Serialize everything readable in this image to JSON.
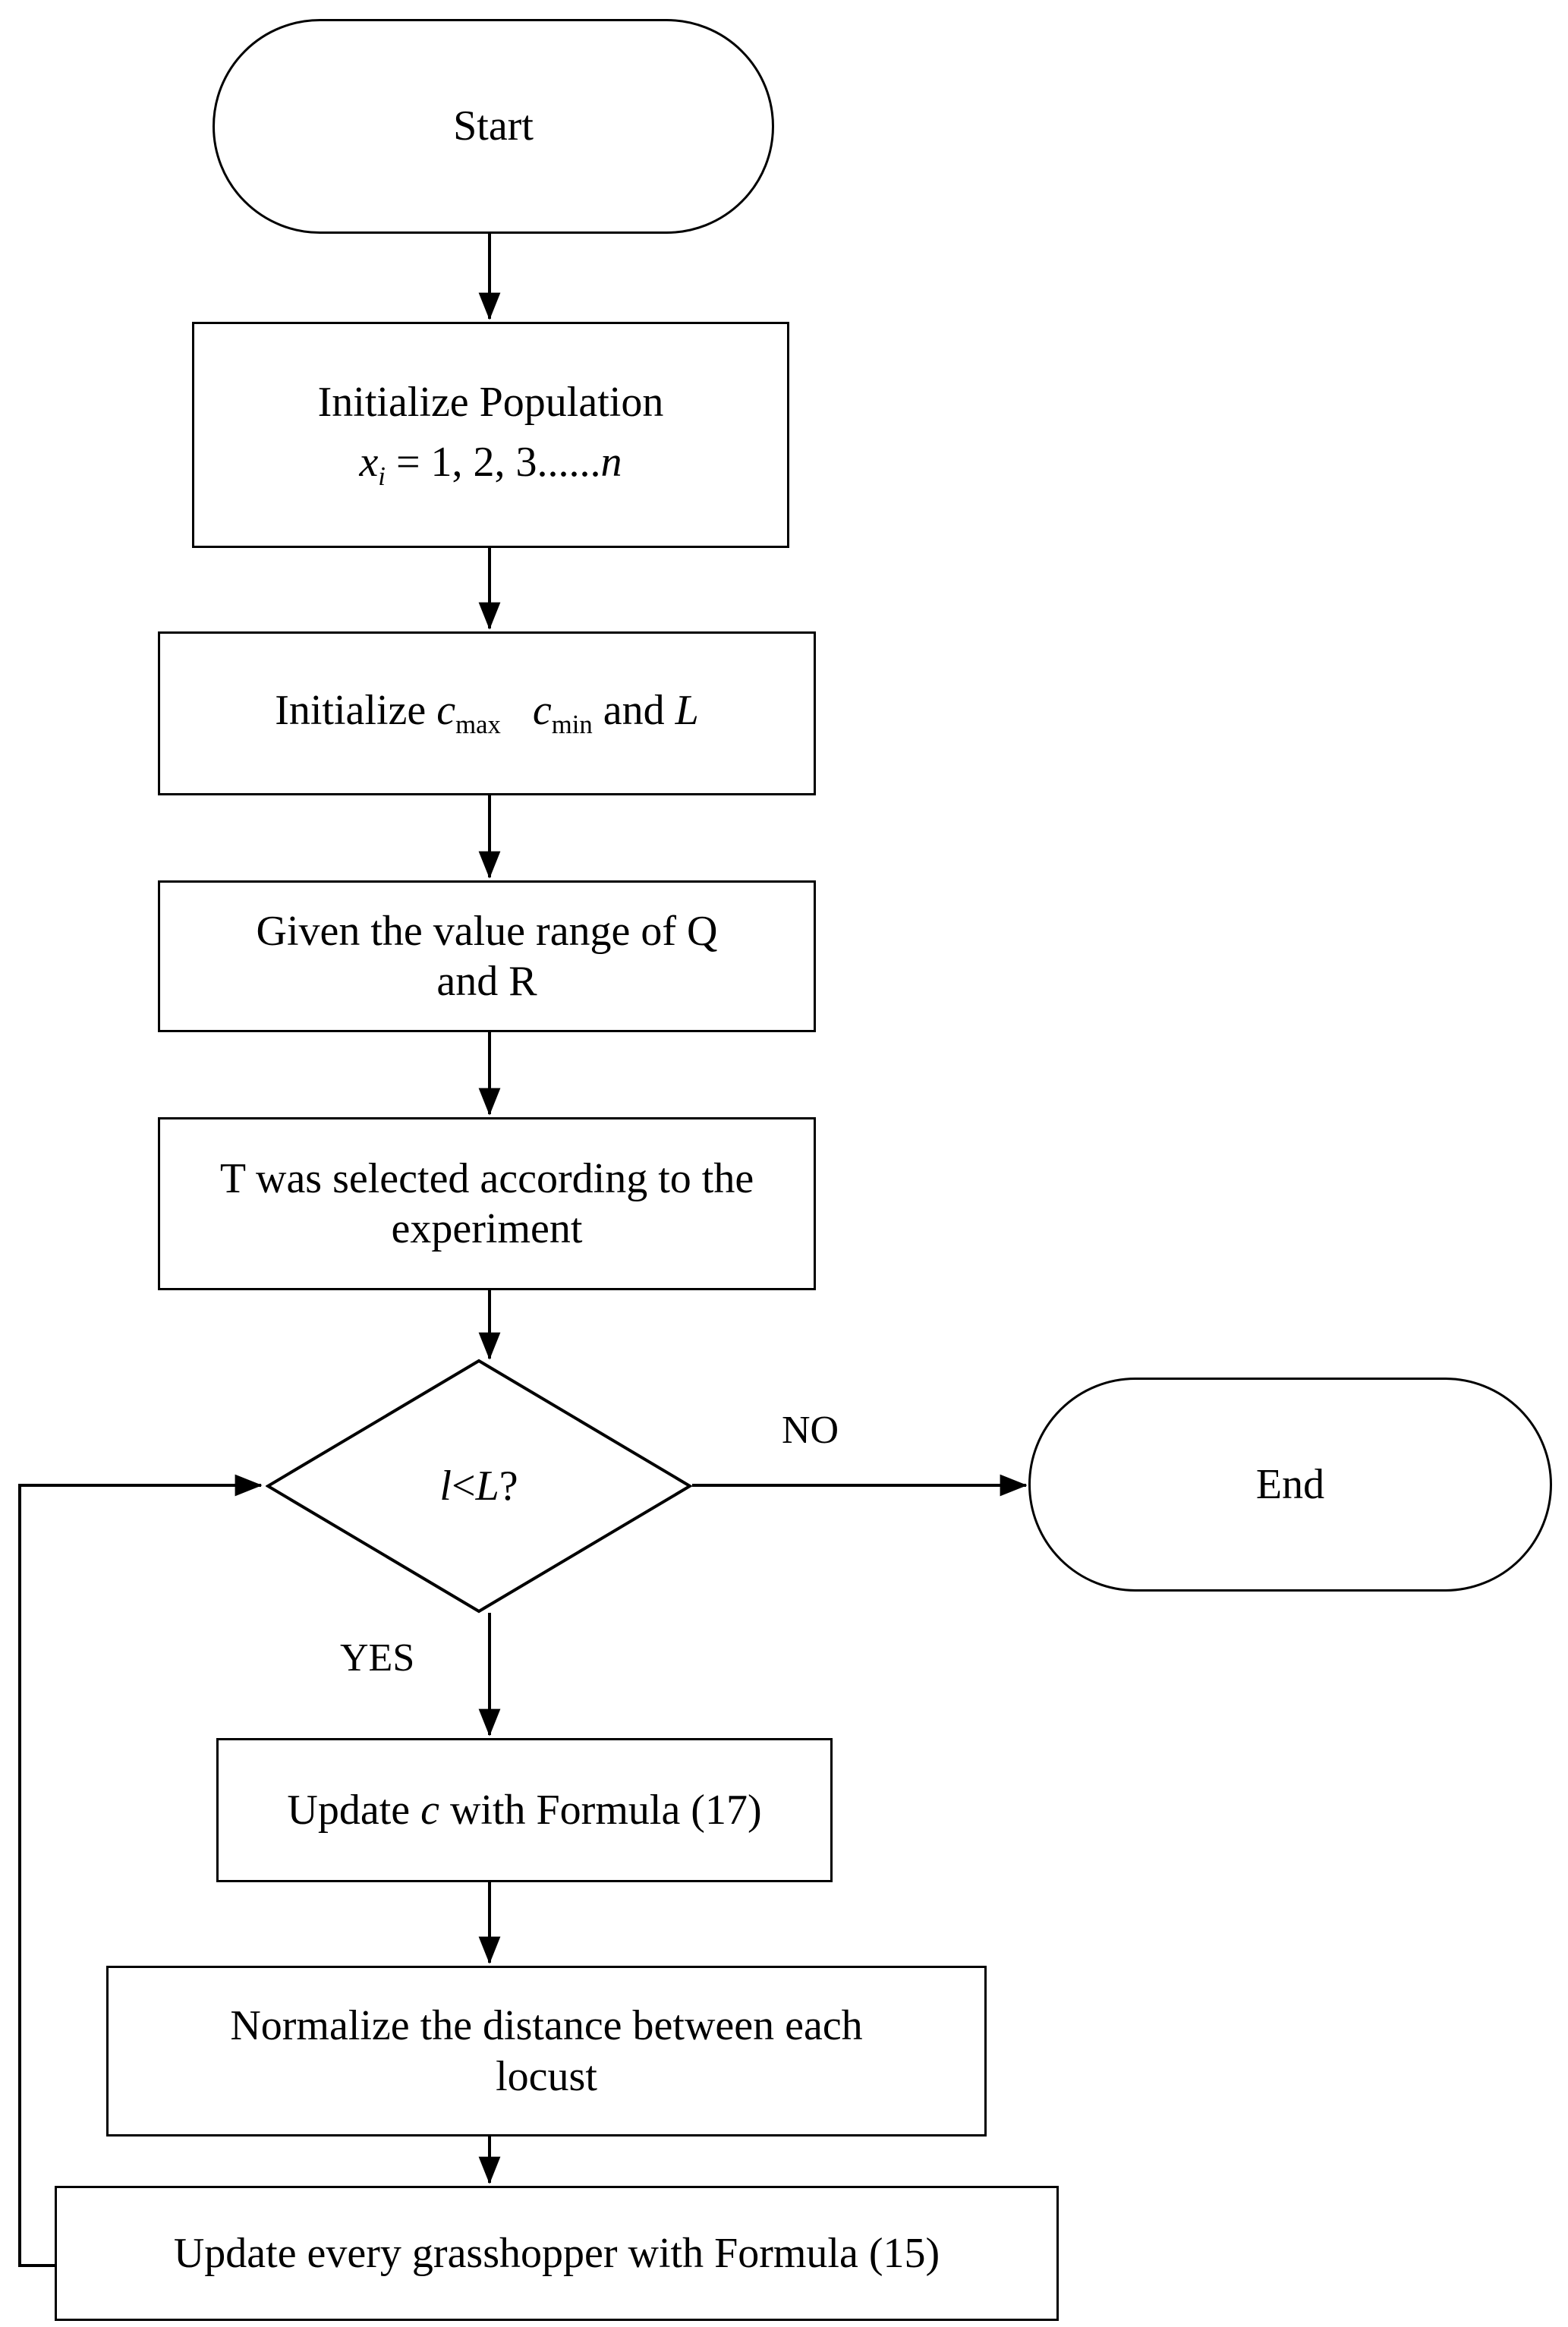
{
  "diagram": {
    "title": "Grasshopper Optimization Algorithm Flowchart",
    "background": "#ffffff",
    "stroke_color": "#000000",
    "text_color": "#000000"
  },
  "nodes": {
    "start": {
      "label": "Start",
      "shape": "terminator"
    },
    "init_population": {
      "line1": "Initialize Population",
      "formula_var": "x",
      "formula_sub": "i",
      "formula_rest": " = 1, 2, 3......",
      "formula_tail": "n",
      "shape": "process"
    },
    "init_params": {
      "prefix": "Initialize ",
      "c1": "c",
      "c1_sub": "max",
      "c2": "c",
      "c2_sub": "min",
      "mid": " and ",
      "tail": "L",
      "shape": "process"
    },
    "value_range": {
      "label": "Given the value range of Q\nand R",
      "shape": "process"
    },
    "t_selected": {
      "label": "T was selected according to the\nexperiment",
      "shape": "process"
    },
    "decision": {
      "left_var": "l",
      "operator": " < ",
      "right_var": "L",
      "question": " ?",
      "shape": "decision"
    },
    "end": {
      "label": "End",
      "shape": "terminator"
    },
    "update_c": {
      "prefix": "Update ",
      "var": "c",
      "suffix": " with  Formula (17)",
      "shape": "process"
    },
    "normalize": {
      "label": "Normalize the distance between each\nlocust",
      "shape": "process"
    },
    "update_grasshopper": {
      "label": "Update every grasshopper with Formula (15)",
      "shape": "process"
    }
  },
  "edge_labels": {
    "no": "NO",
    "yes": "YES"
  },
  "flow": [
    {
      "from": "start",
      "to": "init_population",
      "label": ""
    },
    {
      "from": "init_population",
      "to": "init_params",
      "label": ""
    },
    {
      "from": "init_params",
      "to": "value_range",
      "label": ""
    },
    {
      "from": "value_range",
      "to": "t_selected",
      "label": ""
    },
    {
      "from": "t_selected",
      "to": "decision",
      "label": ""
    },
    {
      "from": "decision",
      "to": "end",
      "label": "NO"
    },
    {
      "from": "decision",
      "to": "update_c",
      "label": "YES"
    },
    {
      "from": "update_c",
      "to": "normalize",
      "label": ""
    },
    {
      "from": "normalize",
      "to": "update_grasshopper",
      "label": ""
    },
    {
      "from": "update_grasshopper",
      "to": "decision",
      "label": ""
    }
  ]
}
